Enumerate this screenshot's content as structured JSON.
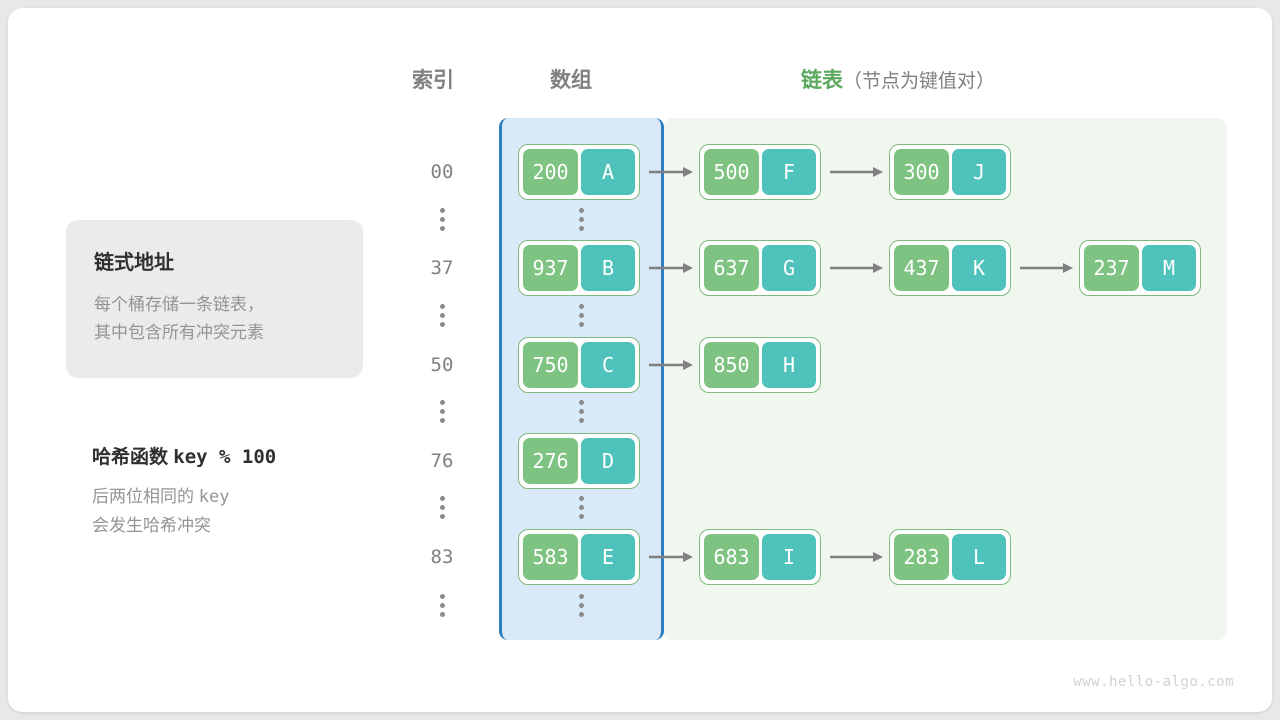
{
  "headers": {
    "index": "索引",
    "array": "数组",
    "list_main": "链表",
    "list_sub": "（节点为键值对）"
  },
  "info_card": {
    "title": "链式地址",
    "line1": "每个桶存储一条链表，",
    "line2": "其中包含所有冲突元素"
  },
  "hash_note": {
    "title_cn": "哈希函数",
    "title_code": "key % 100",
    "line1_cn": "后两位相同的",
    "line1_code": "key",
    "line2": "会发生哈希冲突"
  },
  "colors": {
    "key_fill": "#7ec381",
    "value_fill": "#4ec2bb",
    "node_border": "#7fb97f",
    "array_bg": "#d9e9f7",
    "array_border": "#2a7fc0",
    "list_bg": "#eff7ef",
    "accent_green": "#5ba85e",
    "arrow": "#808080"
  },
  "rows": [
    {
      "index": "00",
      "bucket": {
        "key": "200",
        "value": "A"
      },
      "chain": [
        {
          "key": "500",
          "value": "F"
        },
        {
          "key": "300",
          "value": "J"
        }
      ]
    },
    {
      "index": "37",
      "bucket": {
        "key": "937",
        "value": "B"
      },
      "chain": [
        {
          "key": "637",
          "value": "G"
        },
        {
          "key": "437",
          "value": "K"
        },
        {
          "key": "237",
          "value": "M"
        }
      ]
    },
    {
      "index": "50",
      "bucket": {
        "key": "750",
        "value": "C"
      },
      "chain": [
        {
          "key": "850",
          "value": "H"
        }
      ]
    },
    {
      "index": "76",
      "bucket": {
        "key": "276",
        "value": "D"
      },
      "chain": []
    },
    {
      "index": "83",
      "bucket": {
        "key": "583",
        "value": "E"
      },
      "chain": [
        {
          "key": "683",
          "value": "I"
        },
        {
          "key": "283",
          "value": "L"
        }
      ]
    }
  ],
  "watermark": "www.hello-algo.com"
}
